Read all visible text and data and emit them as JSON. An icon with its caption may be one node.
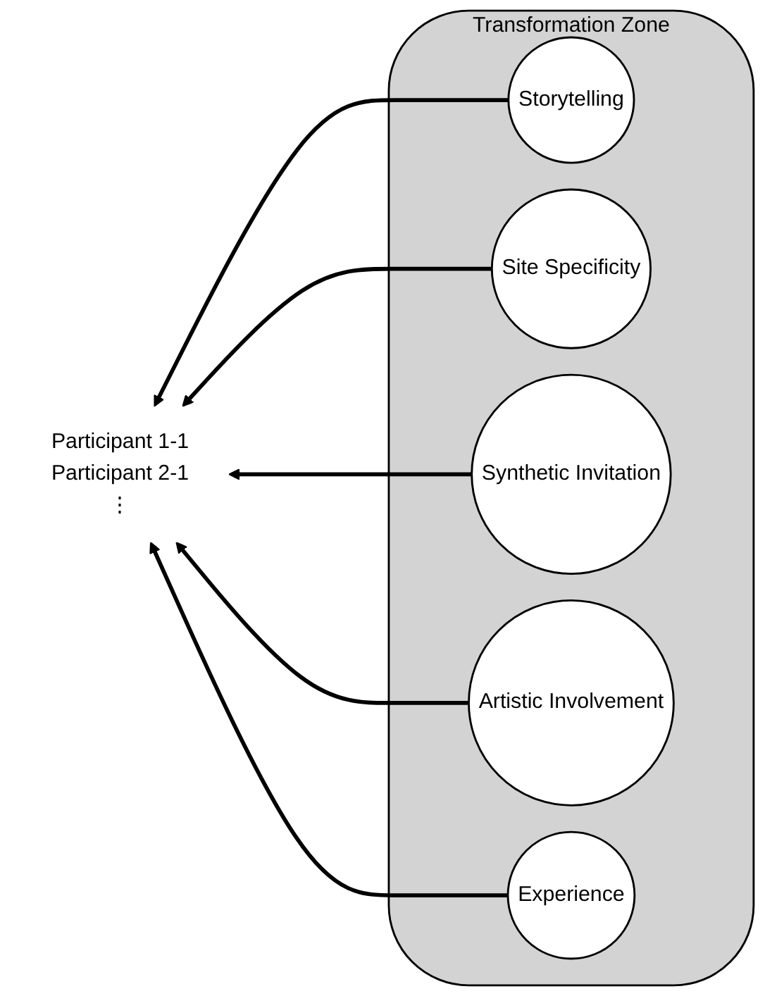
{
  "diagram": {
    "nodes": [
      {
        "text": [
          "Transformation Zone"
        ]
      },
      {
        "text": [
          "Storytelling"
        ],
        "in": 0
      },
      {
        "text": [
          "Site Specificity"
        ],
        "in": 0
      },
      {
        "text": [
          "Synthetic Invitation"
        ],
        "in": 0
      },
      {
        "text": [
          "Artistic Involvement"
        ],
        "in": 0
      },
      {
        "text": [
          "Experience"
        ],
        "in": 0
      },
      {
        "text": [
          "Participant 1-1",
          "Participant 2-1",
          "⋮"
        ]
      }
    ],
    "edges": [
      {
        "from": 1,
        "to": 6,
        "arrow": "to"
      },
      {
        "from": 2,
        "to": 6,
        "arrow": "to"
      },
      {
        "from": 3,
        "to": 6,
        "arrow": "to"
      },
      {
        "from": 4,
        "to": 6,
        "arrow": "to"
      },
      {
        "from": 5,
        "to": 6,
        "arrow": "to"
      }
    ]
  }
}
